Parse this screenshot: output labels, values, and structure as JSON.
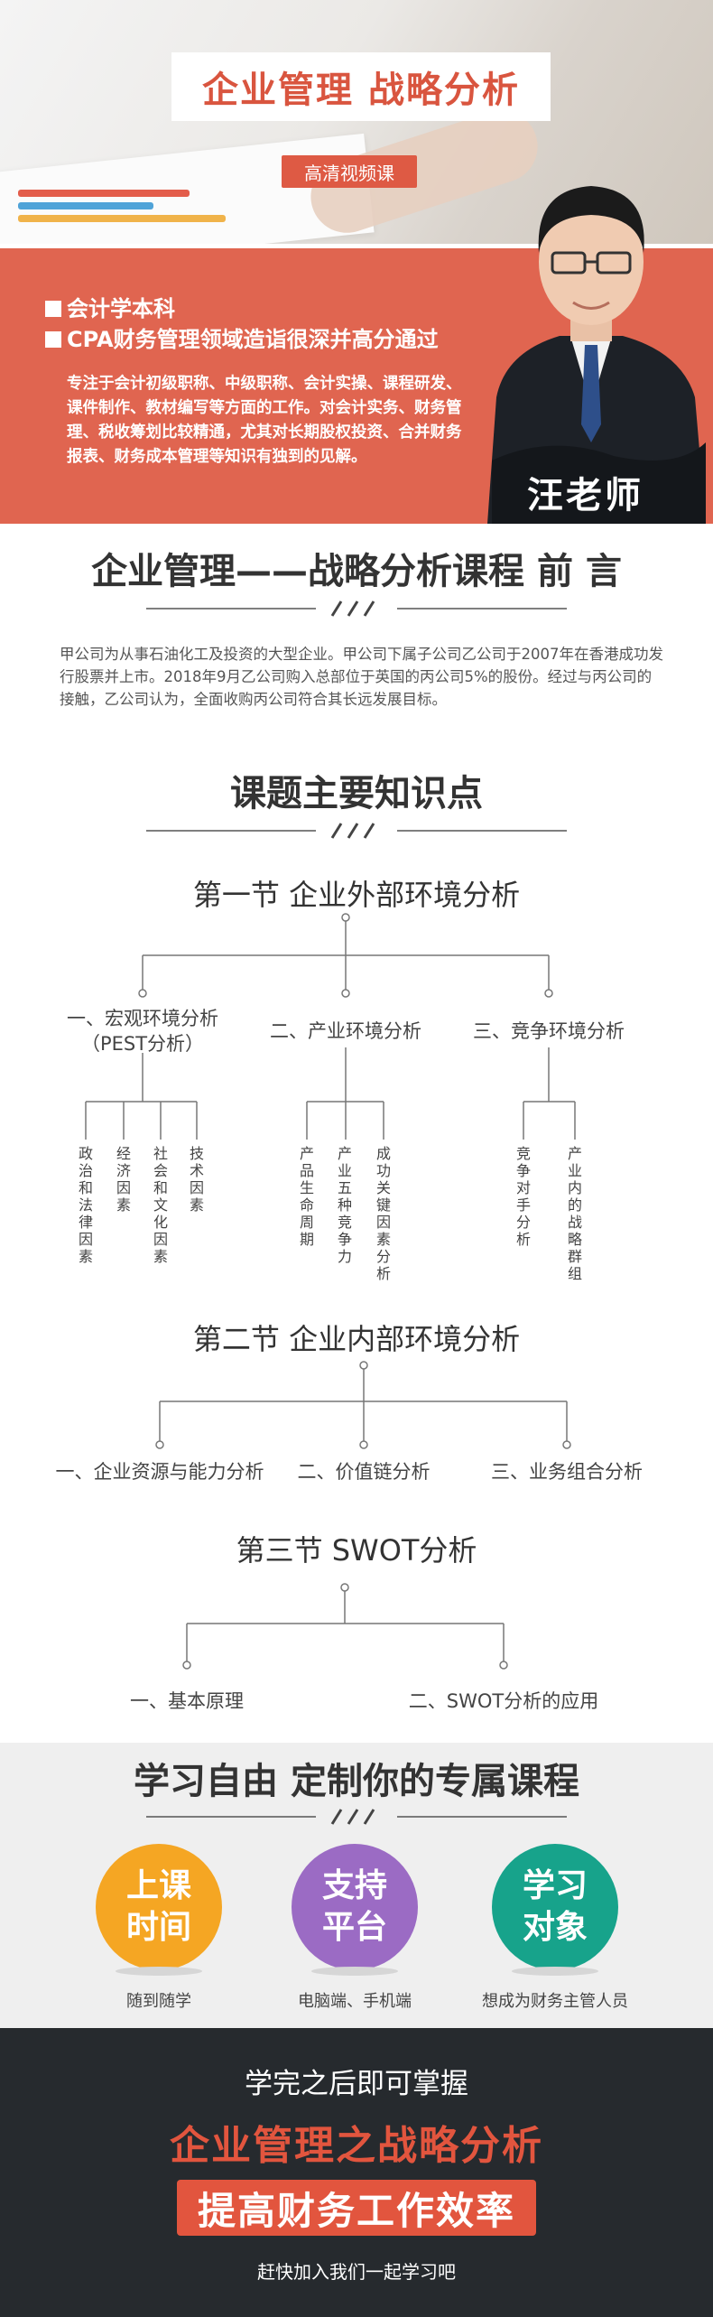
{
  "hero": {
    "title": "企业管理 战略分析",
    "tag": "高清视频课"
  },
  "teacher": {
    "credentials": [
      "会计学本科",
      "CPA财务管理领域造诣很深并高分通过"
    ],
    "bio": "专注于会计初级职称、中级职称、会计实操、课程研发、课件制作、教材编写等方面的工作。对会计实务、财务管理、税收筹划比较精通，尤其对长期股权投资、合并财务报表、财务成本管理等知识有独到的见解。",
    "name": "汪老师"
  },
  "intro": {
    "title": "企业管理——战略分析课程 前 言",
    "text": "甲公司为从事石油化工及投资的大型企业。甲公司下属子公司乙公司于2007年在香港成功发行股票并上市。2018年9月乙公司购入总部位于英国的丙公司5%的股份。经过与丙公司的接触，乙公司认为，全面收购丙公司符合其长远发展目标。"
  },
  "knowledge": {
    "title": "课题主要知识点",
    "s1": {
      "title": "第一节 企业外部环境分析",
      "nodes": [
        "一、宏观环境分析",
        "（PEST分析）",
        "二、产业环境分析",
        "三、竞争环境分析"
      ],
      "leaves_a": [
        "政治和法律因素",
        "经济因素",
        "社会和文化因素",
        "技术因素"
      ],
      "leaves_b": [
        "产品生命周期",
        "产业五种竞争力",
        "成功关键因素分析"
      ],
      "leaves_c": [
        "竞争对手分析",
        "产业内的战略群组"
      ]
    },
    "s2": {
      "title": "第二节 企业内部环境分析",
      "nodes": [
        "一、企业资源与能力分析",
        "二、价值链分析",
        "三、业务组合分析"
      ]
    },
    "s3": {
      "title": "第三节 SWOT分析",
      "nodes": [
        "一、基本原理",
        "二、SWOT分析的应用"
      ]
    }
  },
  "features": {
    "title": "学习自由 定制你的专属课程",
    "items": [
      {
        "l1": "上课",
        "l2": "时间",
        "sub": "随到随学",
        "color": "#f5a623"
      },
      {
        "l1": "支持",
        "l2": "平台",
        "sub": "电脑端、手机端",
        "color": "#9b6bc4"
      },
      {
        "l1": "学习",
        "l2": "对象",
        "sub": "想成为财务主管人员",
        "color": "#17a38b"
      }
    ]
  },
  "footer": {
    "line1": "学完之后即可掌握",
    "line2": "企业管理之战略分析",
    "line3": "提高财务工作效率",
    "line4": "赶快加入我们一起学习吧"
  },
  "colors": {
    "accent": "#e06550",
    "dark": "#262a2e"
  }
}
